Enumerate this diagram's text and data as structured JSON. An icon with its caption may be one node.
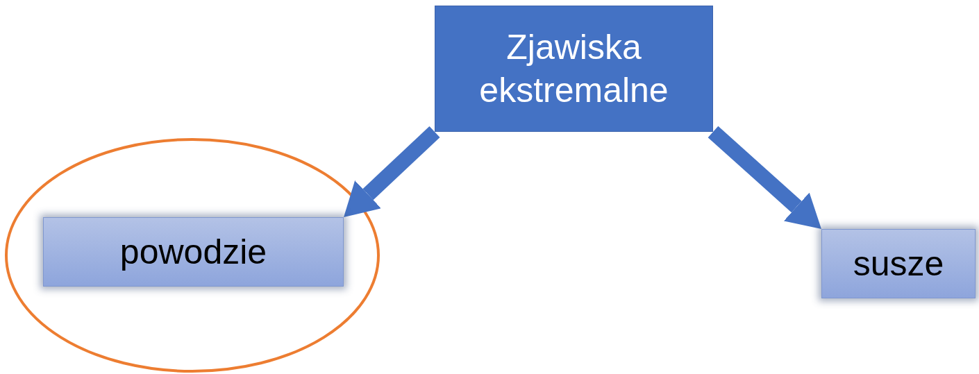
{
  "diagram": {
    "nodes": [
      {
        "text": [
          "Zjawiska ekstremalne"
        ]
      },
      {
        "text": [
          "powodzie"
        ]
      },
      {
        "text": [
          "susze"
        ]
      }
    ],
    "edges": [
      {
        "from": 0,
        "to": 1,
        "arrow": "to"
      },
      {
        "from": 0,
        "to": 2,
        "arrow": "to"
      }
    ]
  }
}
